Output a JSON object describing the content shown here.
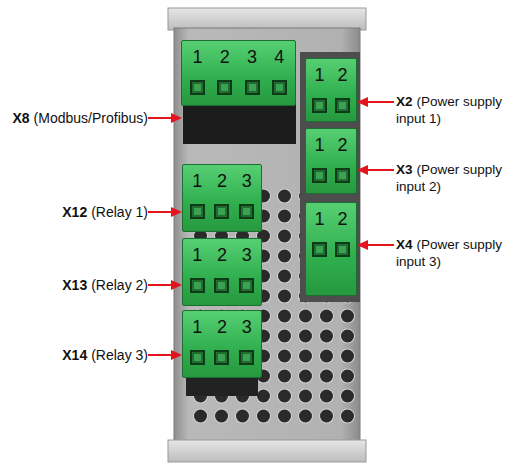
{
  "diagram": {
    "nodes": [
      {
        "text": [
          "1",
          "2",
          "3",
          "4"
        ]
      },
      {
        "text": [
          "1",
          "2",
          "3"
        ]
      },
      {
        "text": [
          "1",
          "2",
          "3"
        ]
      },
      {
        "text": [
          "1",
          "2",
          "3"
        ]
      },
      {
        "text": [
          "1",
          "2"
        ]
      },
      {
        "text": [
          "1",
          "2"
        ]
      },
      {
        "text": [
          "1",
          "2"
        ]
      }
    ],
    "labels": [
      "X8",
      "(Modbus/Profibus)",
      "X12",
      "(Relay 1)",
      "X13",
      "(Relay 2)",
      "X14",
      "(Relay 3)",
      "X2",
      "(Power supply input 1)",
      "X3",
      "(Power supply input 2)",
      "X4",
      "(Power supply input 3)"
    ]
  }
}
